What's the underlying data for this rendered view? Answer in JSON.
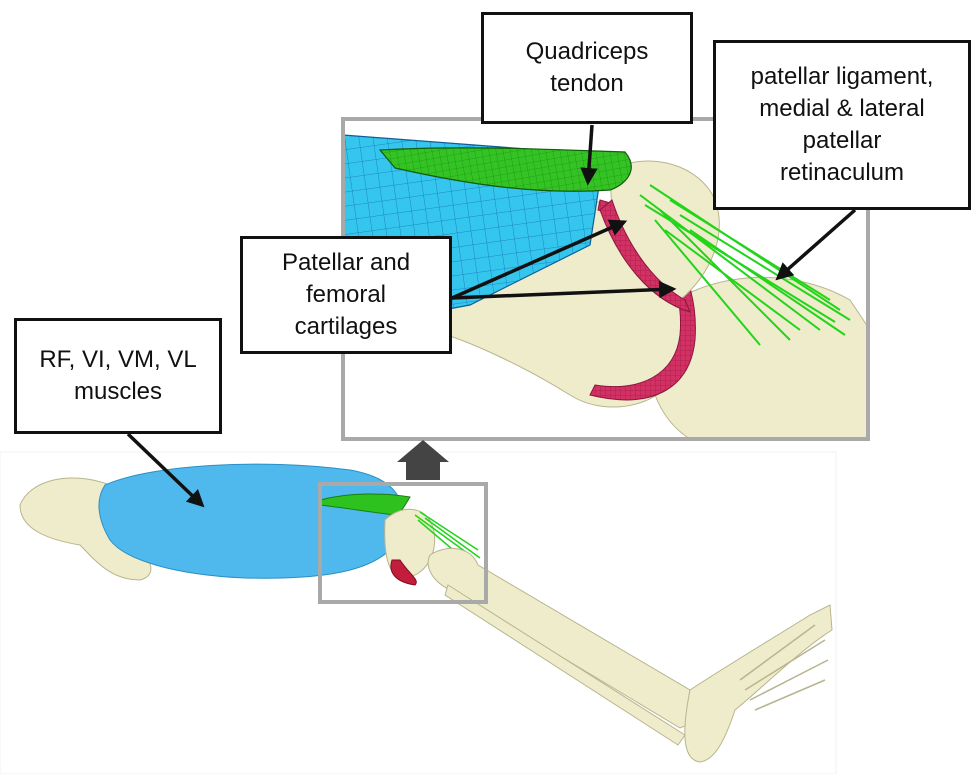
{
  "colors": {
    "bone": "#efeccb",
    "bone_stroke": "#b8b48e",
    "muscle": "#4fb8ec",
    "muscle_mesh": "#1fa0dd",
    "tendon": "#2ec21e",
    "ligament": "#22d41a",
    "cartilage": "#d62a5a",
    "frame": "#a9a9a9",
    "arrow": "#111111",
    "pointer": "#444444"
  },
  "labels": {
    "quadriceps": "Quadriceps\ntendon",
    "ligaments": "patellar ligament,\nmedial & lateral\npatellar\nretinaculum",
    "cartilages": "Patellar and\nfemoral\ncartilages",
    "muscles": "RF, VI, VM, VL\nmuscles"
  }
}
